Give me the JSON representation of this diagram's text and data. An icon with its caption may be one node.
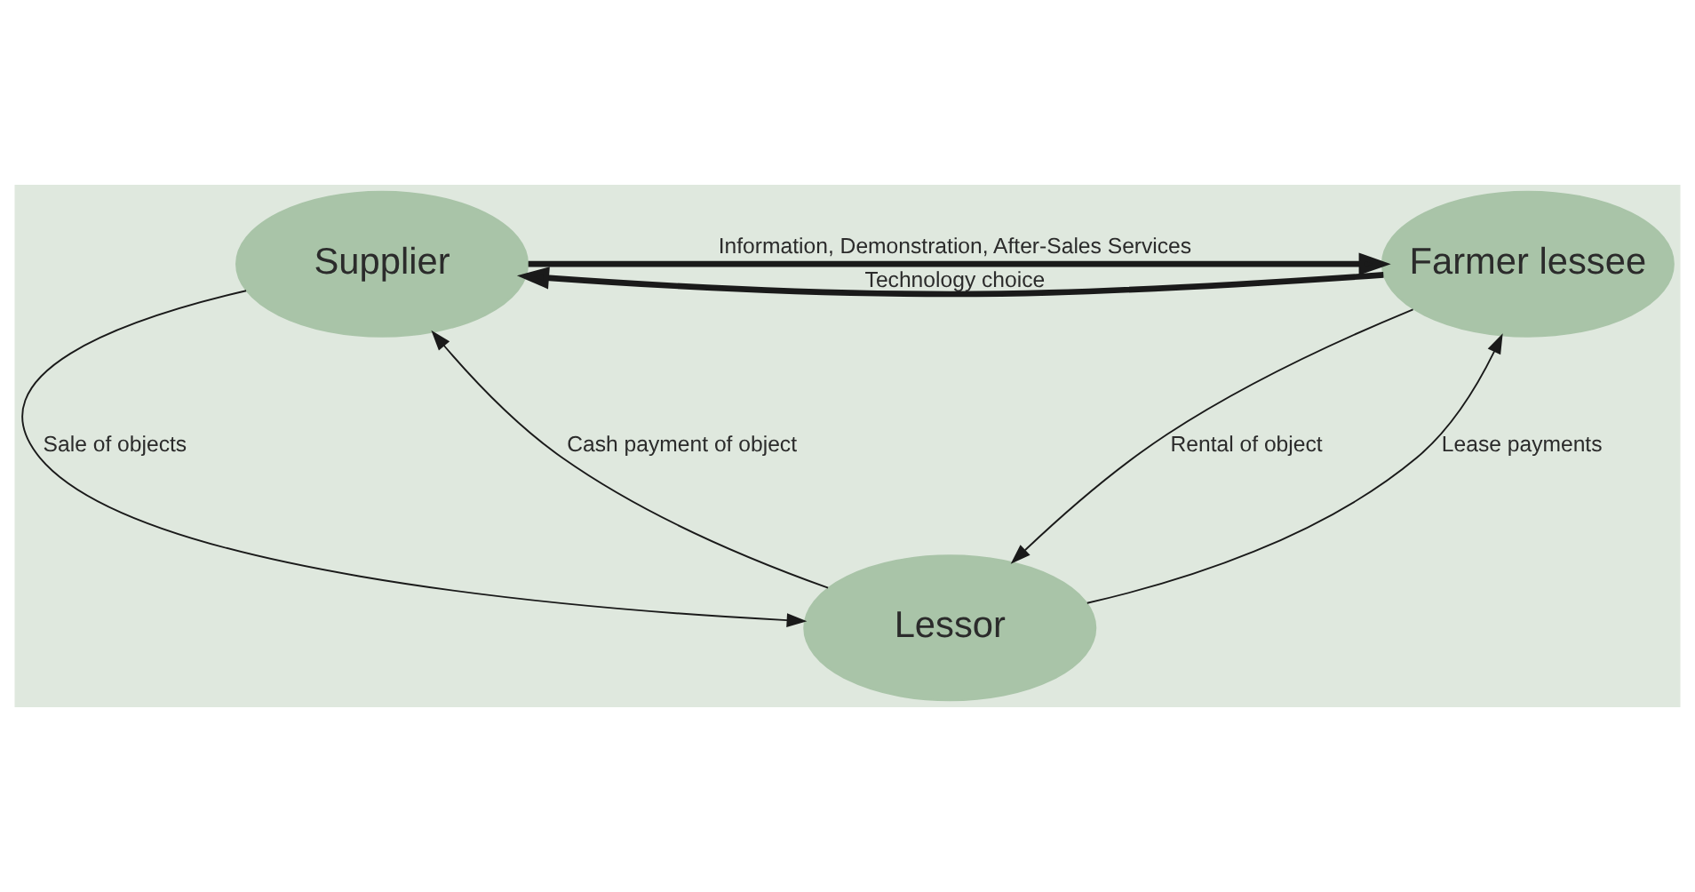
{
  "diagram": {
    "nodes": [
      {
        "text": [
          "Supplier"
        ]
      },
      {
        "text": [
          "Farmer lessee"
        ]
      },
      {
        "text": [
          "Lessor"
        ]
      }
    ],
    "edges": [
      {
        "from": 0,
        "to": 1,
        "arrow": "to",
        "label": "Information, Demonstration, After-Sales Services",
        "style": "thick"
      },
      {
        "from": 1,
        "to": 0,
        "arrow": "to",
        "label": "Technology choice",
        "style": "thick"
      },
      {
        "from": 0,
        "to": 2,
        "arrow": "to",
        "label": "Sale of objects"
      },
      {
        "from": 2,
        "to": 0,
        "arrow": "to",
        "label": "Cash payment of object"
      },
      {
        "from": 2,
        "to": 1,
        "arrow": "to",
        "label": "Lease payments"
      },
      {
        "from": 1,
        "to": 2,
        "arrow": "to",
        "label": "Rental of object"
      }
    ]
  }
}
